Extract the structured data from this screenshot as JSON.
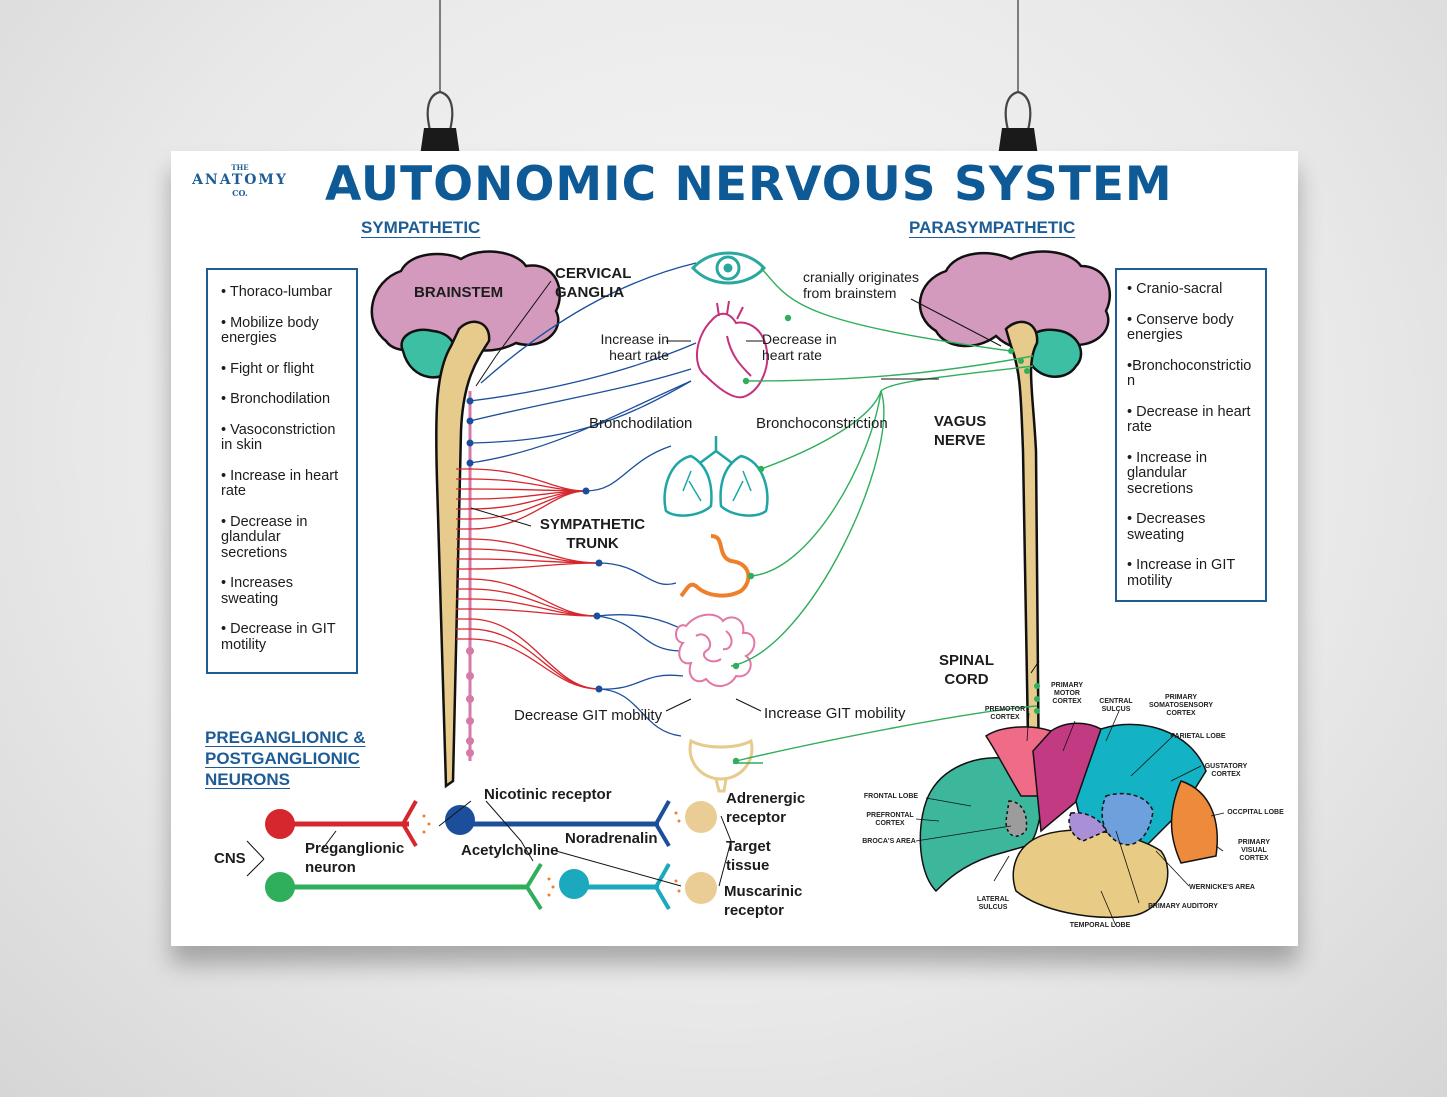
{
  "title": "AUTONOMIC NERVOUS SYSTEM",
  "logo": {
    "top": "THE",
    "main": "ANATOMY",
    "bottom": "CO."
  },
  "sections": {
    "sympathetic": "SYMPATHETIC",
    "parasympathetic": "PARASYMPATHETIC",
    "neurons": "PREGANGLIONIC & POSTGANGLIONIC NEURONS"
  },
  "sympathetic_list": [
    "• Thoraco-lumbar",
    "• Mobilize body energies",
    "• Fight or flight",
    "• Bronchodilation",
    "• Vasoconstriction in skin",
    "• Increase in heart rate",
    "• Decrease in glandular secretions",
    "• Increases sweating",
    "• Decrease in GIT motility"
  ],
  "parasympathetic_list": [
    "• Cranio-sacral",
    "• Conserve body energies",
    "•Bronchoconstriction",
    "• Decrease in heart rate",
    "• Increase in glandular secretions",
    "• Decreases sweating",
    "• Increase in GIT motility"
  ],
  "labels": {
    "brainstem": "BRAINSTEM",
    "cervical_ganglia": "CERVICAL GANGLIA",
    "sympathetic_trunk": "SYMPATHETIC TRUNK",
    "vagus_nerve": "VAGUS NERVE",
    "spinal_cord": "SPINAL CORD",
    "cranial_origin": "cranially originates from brainstem",
    "increase_hr": "Increase in heart rate",
    "decrease_hr": "Decrease in heart rate",
    "bronchodilation": "Bronchodilation",
    "bronchoconstriction": "Bronchoconstriction",
    "decrease_git": "Decrease GIT mobility",
    "increase_git": "Increase GIT mobility"
  },
  "neurons": {
    "cns": "CNS",
    "preganglionic": "Preganglionic neuron",
    "nicotinic": "Nicotinic receptor",
    "acetylcholine": "Acetylcholine",
    "noradrenalin": "Noradrenalin",
    "adrenergic": "Adrenergic receptor",
    "target": "Target tissue",
    "muscarinic": "Muscarinic receptor"
  },
  "brain_regions": {
    "primary_motor": "PRIMARY MOTOR CORTEX",
    "premotor": "PREMOTOR CORTEX",
    "central_sulcus": "CENTRAL SULCUS",
    "somatosensory": "PRIMARY SOMATOSENSORY CORTEX",
    "parietal": "PARIETAL LOBE",
    "gustatory": "GUSTATORY CORTEX",
    "occipital": "OCCPITAL LOBE",
    "visual": "PRIMARY VISUAL CORTEX",
    "frontal": "FRONTAL LOBE",
    "prefrontal": "PREFRONTAL CORTEX",
    "broca": "BROCA'S AREA",
    "wernicke": "WERNICKE'S AREA",
    "lateral_sulcus": "LATERAL SULCUS",
    "auditory": "PRIMARY AUDITORY",
    "temporal": "TEMPORAL LOBE"
  },
  "colors": {
    "title_blue": "#0e5a96",
    "sympathetic_red": "#d6262e",
    "sympathetic_blue": "#1b4f9c",
    "parasympathetic_green": "#2fae5c",
    "brain_pink": "#d49abd",
    "cerebellum_teal": "#3dbfa3",
    "cord_tan": "#e6cb8c"
  }
}
